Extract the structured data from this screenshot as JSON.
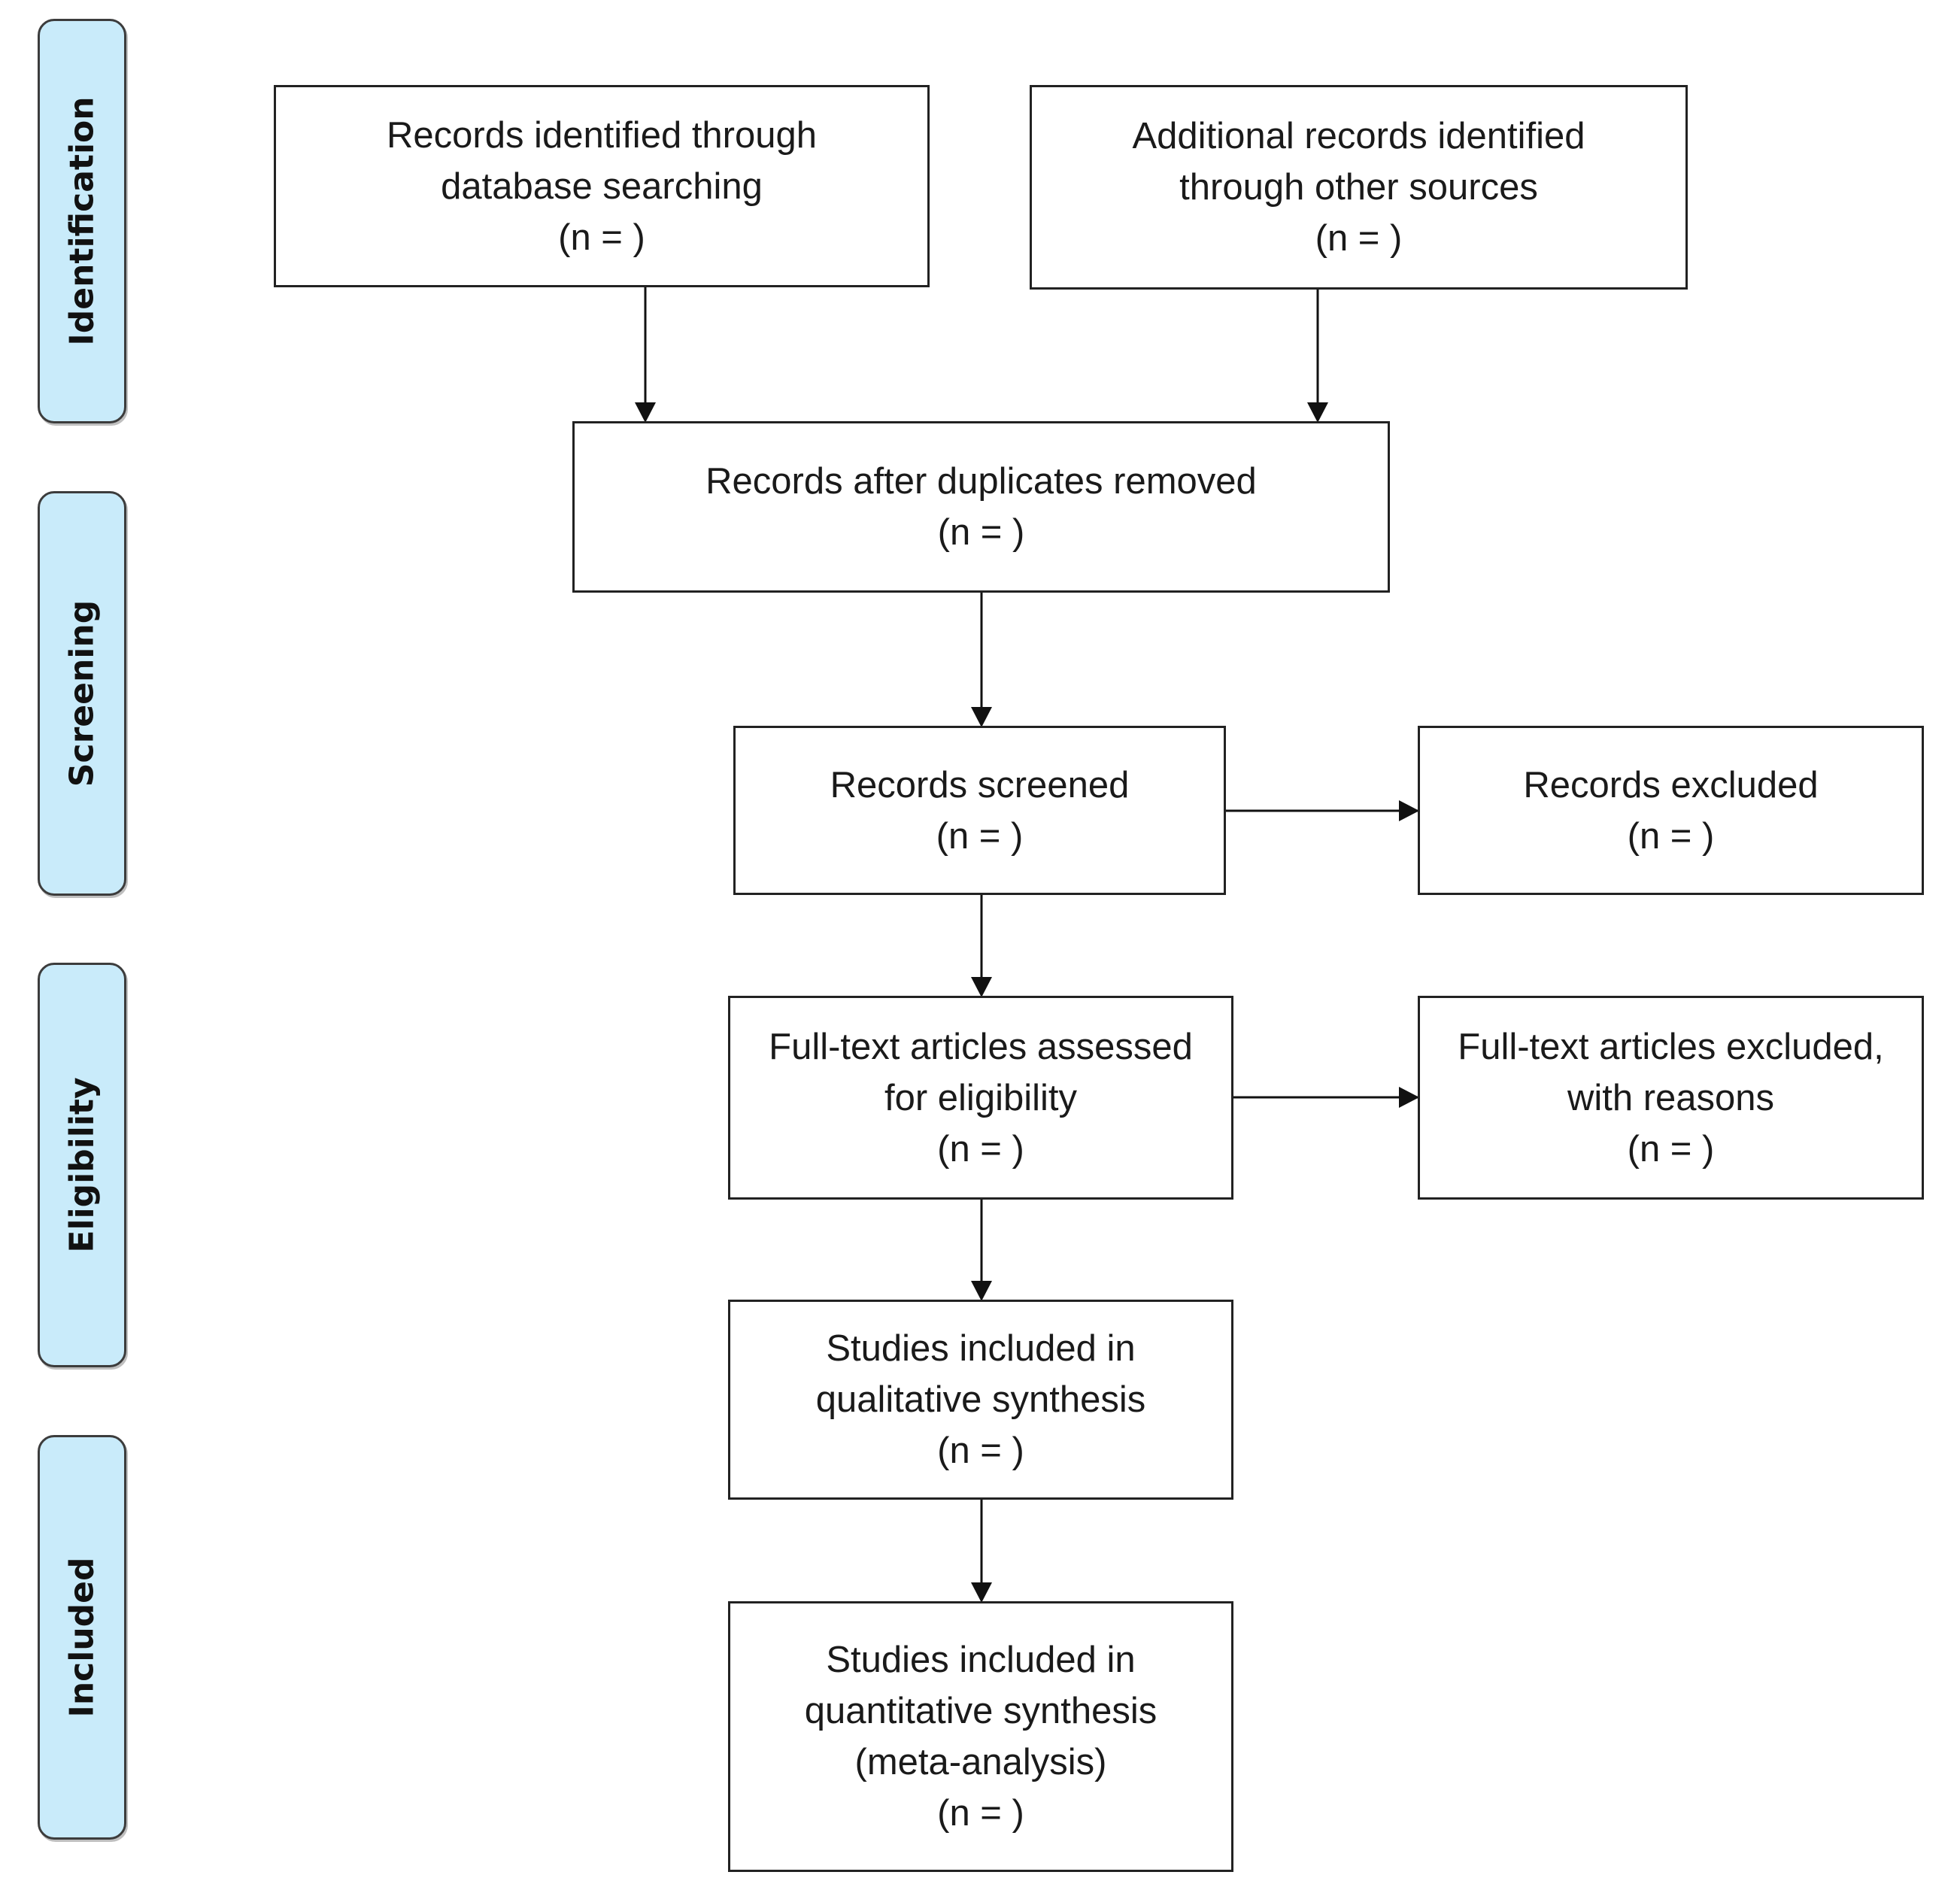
{
  "stages": {
    "identification": "Identification",
    "screening": "Screening",
    "eligibility": "Eligibility",
    "included": "Included"
  },
  "boxes": {
    "records_identified": {
      "lines": [
        "Records identified through",
        "database searching",
        "(n =   )"
      ]
    },
    "additional_records": {
      "lines": [
        "Additional records identified",
        "through other sources",
        "(n =   )"
      ]
    },
    "after_duplicates": {
      "lines": [
        "Records after duplicates removed",
        "(n =   )"
      ]
    },
    "records_screened": {
      "lines": [
        "Records screened",
        "(n =   )"
      ]
    },
    "records_excluded": {
      "lines": [
        "Records excluded",
        "(n =   )"
      ]
    },
    "fulltext_assessed": {
      "lines": [
        "Full-text articles assessed",
        "for eligibility",
        "(n =   )"
      ]
    },
    "fulltext_excluded": {
      "lines": [
        "Full-text articles excluded,",
        "with reasons",
        "(n =   )"
      ]
    },
    "qualitative": {
      "lines": [
        "Studies included in",
        "qualitative synthesis",
        "(n =   )"
      ]
    },
    "quantitative": {
      "lines": [
        "Studies included in",
        "quantitative synthesis",
        "(meta-analysis)",
        "(n =   )"
      ]
    }
  },
  "colors": {
    "stage_fill": "#c9ebfa",
    "stage_border": "#3c3c3c",
    "box_border": "#222222",
    "arrow": "#111111"
  }
}
